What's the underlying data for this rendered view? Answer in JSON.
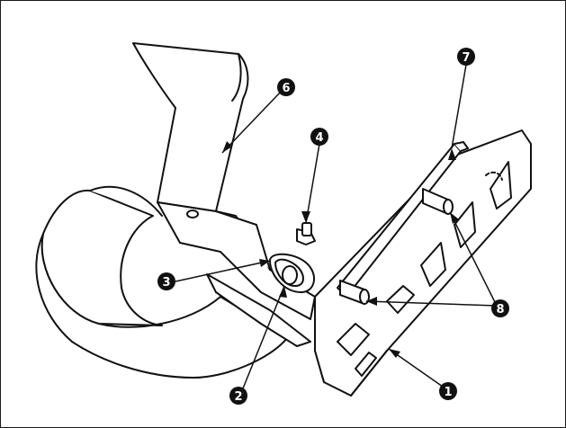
{
  "figure": {
    "callouts": [
      {
        "id": "c1",
        "number": "1"
      },
      {
        "id": "c2",
        "number": "2"
      },
      {
        "id": "c3",
        "number": "3"
      },
      {
        "id": "c4",
        "number": "4"
      },
      {
        "id": "c6",
        "number": "6"
      },
      {
        "id": "c7",
        "number": "7"
      },
      {
        "id": "c8",
        "number": "8"
      }
    ]
  }
}
